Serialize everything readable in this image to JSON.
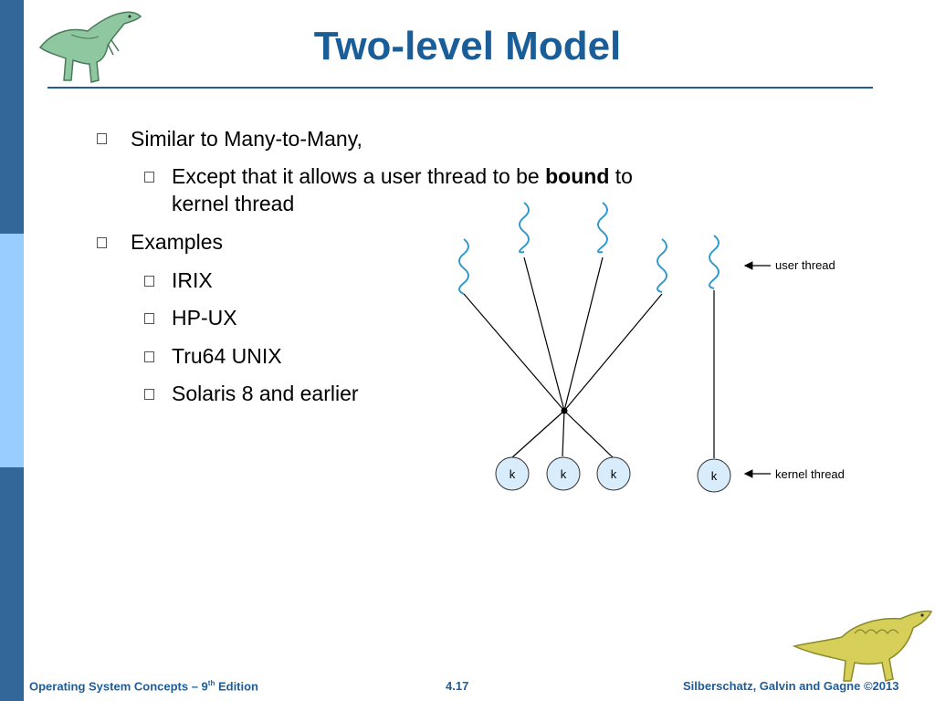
{
  "slide": {
    "title": "Two-level Model",
    "bullets": [
      {
        "level": 1,
        "text": "Similar to Many-to-Many,"
      },
      {
        "level": 2,
        "text_before": "Except that it allows a user thread to be ",
        "text_bold": "bound",
        "text_after": " to",
        "text_line2": "kernel thread"
      },
      {
        "level": 1,
        "text": "Examples"
      },
      {
        "level": 2,
        "text": "IRIX"
      },
      {
        "level": 2,
        "text": "HP-UX"
      },
      {
        "level": 2,
        "text": "Tru64 UNIX"
      },
      {
        "level": 2,
        "text": "Solaris 8 and earlier"
      }
    ]
  },
  "diagram": {
    "kernel_labels": [
      "k",
      "k",
      "k",
      "k"
    ],
    "user_thread_label": "user thread",
    "kernel_thread_label": "kernel thread"
  },
  "footer": {
    "left_prefix": "Operating System Concepts – 9",
    "left_sup": "th",
    "left_suffix": " Edition",
    "center": "4.17",
    "right": "Silberschatz, Galvin and Gagne ©2013"
  },
  "colors": {
    "title": "#1a5e99",
    "accent_dark": "#336699",
    "accent_light": "#99ccff",
    "kernel_fill": "#d9ecfb",
    "thread_wave": "#3399cc"
  }
}
